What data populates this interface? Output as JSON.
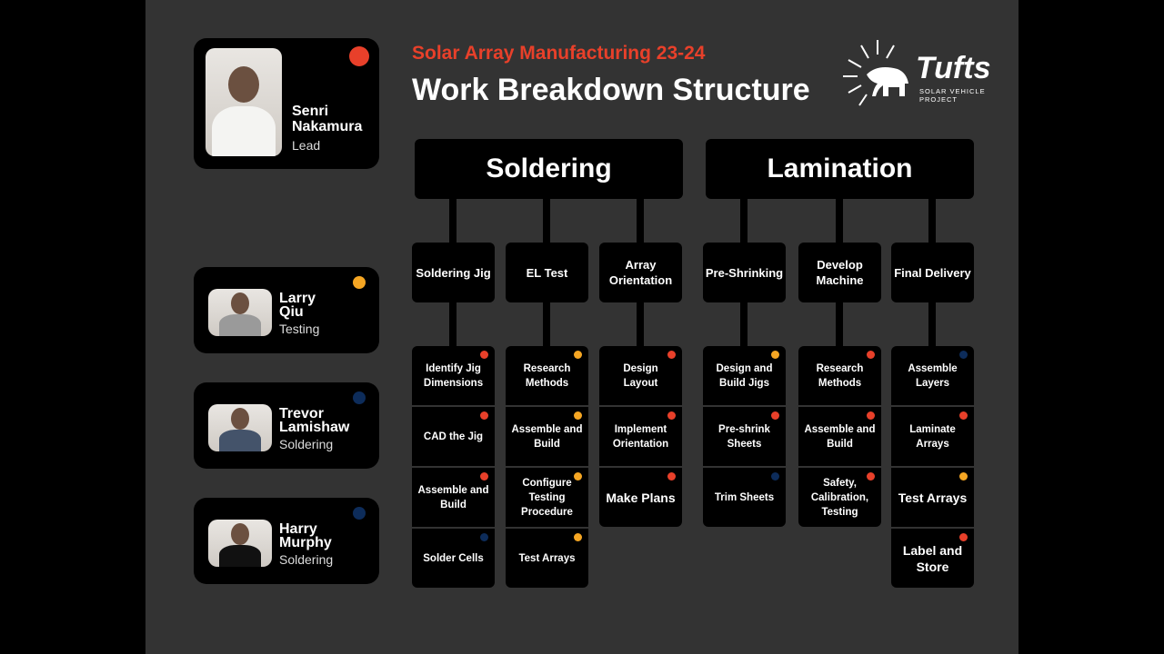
{
  "colors": {
    "red": "#e8402a",
    "yellow": "#f5a623",
    "navy": "#0d2c5a"
  },
  "header": {
    "subtitle": "Solar Array Manufacturing 23-24",
    "title": "Work Breakdown Structure"
  },
  "logo": {
    "name": "Tufts",
    "tagline": "SOLAR VEHICLE PROJECT"
  },
  "team": [
    {
      "first": "Senri",
      "last": "Nakamura",
      "role": "Lead",
      "status": "red"
    },
    {
      "first": "Larry",
      "last": "Qiu",
      "role": "Testing",
      "status": "yellow"
    },
    {
      "first": "Trevor",
      "last": "Lamishaw",
      "role": "Soldering",
      "status": "navy"
    },
    {
      "first": "Harry",
      "last": "Murphy",
      "role": "Soldering",
      "status": "navy"
    }
  ],
  "categories": [
    {
      "label": "Soldering",
      "subs": [
        {
          "label": "Soldering Jig",
          "tasks": [
            {
              "label": "Identify Jig Dimensions",
              "status": "red"
            },
            {
              "label": "CAD the Jig",
              "status": "red"
            },
            {
              "label": "Assemble and Build",
              "status": "red"
            },
            {
              "label": "Solder Cells",
              "status": "navy"
            }
          ]
        },
        {
          "label": "EL Test",
          "tasks": [
            {
              "label": "Research Methods",
              "status": "yellow"
            },
            {
              "label": "Assemble and Build",
              "status": "yellow"
            },
            {
              "label": "Configure Testing Procedure",
              "status": "yellow"
            },
            {
              "label": "Test Arrays",
              "status": "yellow"
            }
          ]
        },
        {
          "label": "Array Orientation",
          "tasks": [
            {
              "label": "Design Layout",
              "status": "red"
            },
            {
              "label": "Implement Orientation",
              "status": "red"
            },
            {
              "label": "Make Plans",
              "status": "red"
            }
          ]
        }
      ]
    },
    {
      "label": "Lamination",
      "subs": [
        {
          "label": "Pre-Shrinking",
          "tasks": [
            {
              "label": "Design and Build Jigs",
              "status": "yellow"
            },
            {
              "label": "Pre-shrink Sheets",
              "status": "red"
            },
            {
              "label": "Trim Sheets",
              "status": "navy"
            }
          ]
        },
        {
          "label": "Develop Machine",
          "tasks": [
            {
              "label": "Research Methods",
              "status": "red"
            },
            {
              "label": "Assemble and Build",
              "status": "red"
            },
            {
              "label": "Safety, Calibration, Testing",
              "status": "red"
            }
          ]
        },
        {
          "label": "Final Delivery",
          "tasks": [
            {
              "label": "Assemble Layers",
              "status": "navy"
            },
            {
              "label": "Laminate Arrays",
              "status": "red"
            },
            {
              "label": "Test Arrays",
              "status": "yellow"
            },
            {
              "label": "Label and Store",
              "status": "red"
            }
          ]
        }
      ]
    }
  ]
}
